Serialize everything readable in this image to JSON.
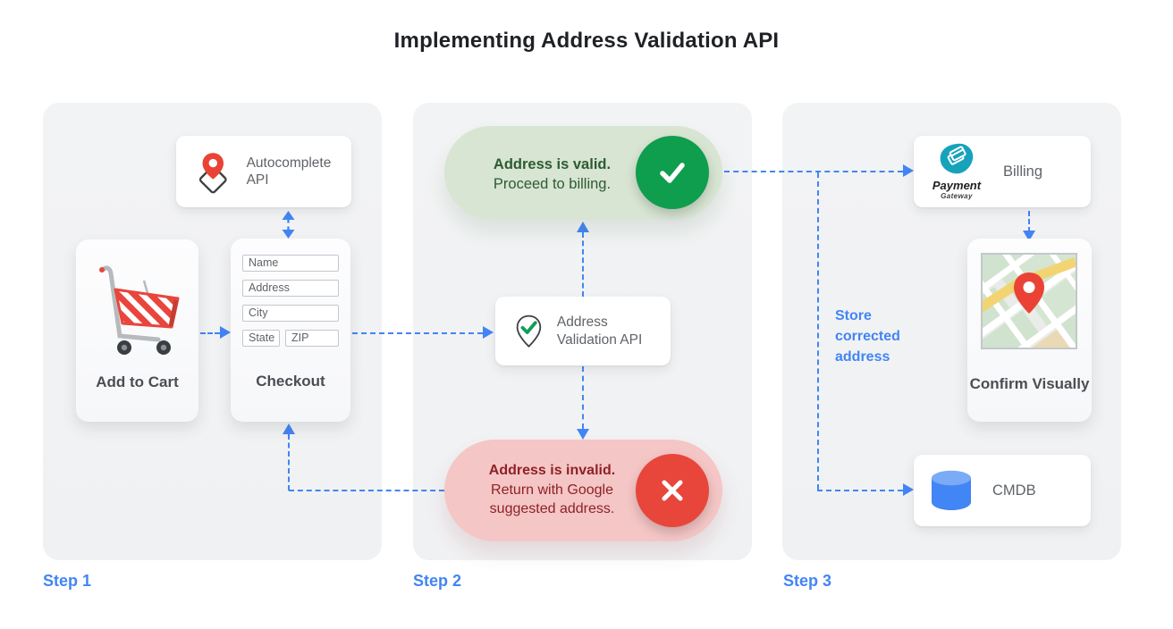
{
  "title": "Implementing Address Validation API",
  "steps": {
    "step1": {
      "label": "Step 1",
      "autocomplete": {
        "label": "Autocomplete API",
        "icon": "map-pin-diamond-icon"
      },
      "add_to_cart": {
        "label": "Add to Cart",
        "icon": "shopping-cart-icon"
      },
      "checkout": {
        "label": "Checkout",
        "fields": {
          "name": "Name",
          "address": "Address",
          "city": "City",
          "state": "State",
          "zip": "ZIP"
        }
      }
    },
    "step2": {
      "label": "Step 2",
      "valid_pill": {
        "title": "Address is valid.",
        "subtitle": "Proceed to billing.",
        "icon": "check-circle-icon"
      },
      "validation_api": {
        "label": "Address Validation API",
        "icon": "pin-check-icon"
      },
      "invalid_pill": {
        "title": "Address is invalid.",
        "subtitle": "Return with Google suggested address.",
        "icon": "x-circle-icon"
      }
    },
    "step3": {
      "label": "Step 3",
      "billing": {
        "label": "Billing",
        "logo_primary": "Payment",
        "logo_secondary": "Gateway",
        "icon": "payment-gateway-logo"
      },
      "confirm_visually": {
        "label": "Confirm Visually",
        "icon": "map-thumbnail"
      },
      "cmdb": {
        "label": "CMDB",
        "icon": "database-icon"
      },
      "store_note": "Store corrected address"
    }
  },
  "colors": {
    "accent_blue": "#4285f4",
    "valid_green": "#0f9d4e",
    "valid_bg": "#d7e5d2",
    "valid_text": "#2d5b33",
    "invalid_red": "#e8463b",
    "invalid_bg": "#f5c6c6",
    "invalid_text": "#8e2127",
    "panel_bg": "#f1f2f3",
    "pin_red": "#ea4335",
    "db_blue": "#4285f4",
    "gateway_teal": "#17a2bc"
  }
}
